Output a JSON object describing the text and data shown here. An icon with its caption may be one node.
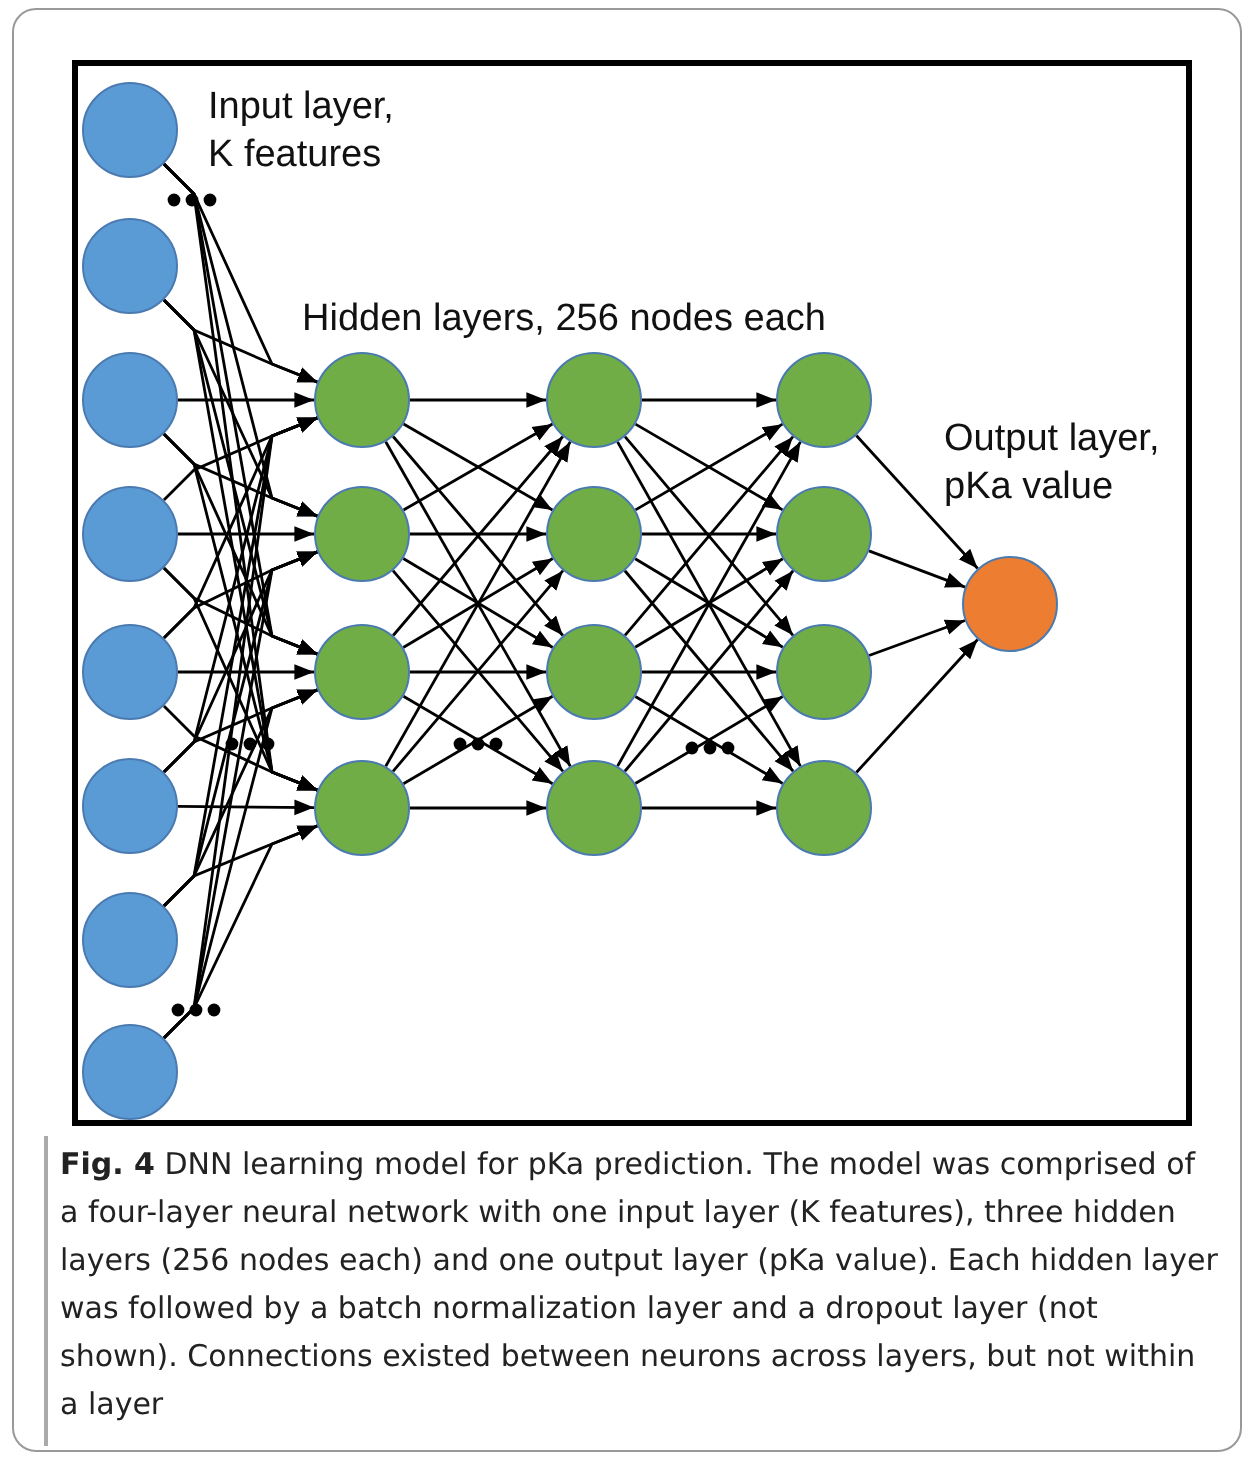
{
  "diagram": {
    "caption": "**Fig. 4** DNN learning model for pKa prediction. The model was comprised of a four-layer neural network with one input layer (K features), three hidden layers (256 nodes each) and one output layer (pKa value). Each hidden layer was followed by a batch normalization layer and a dropout layer (not shown). Connections existed between neurons across layers, but not within a layer",
    "nodes": [
      {
        "text": [],
        "shape": "circle"
      },
      {
        "text": [],
        "shape": "circle"
      },
      {
        "text": [],
        "shape": "circle"
      },
      {
        "text": [],
        "shape": "circle"
      },
      {
        "text": [],
        "shape": "circle"
      },
      {
        "text": [],
        "shape": "circle"
      },
      {
        "text": [],
        "shape": "circle"
      },
      {
        "text": [],
        "shape": "circle"
      },
      {
        "text": [],
        "shape": "circle"
      },
      {
        "text": [],
        "shape": "circle"
      },
      {
        "text": [],
        "shape": "circle"
      },
      {
        "text": [],
        "shape": "circle"
      },
      {
        "text": [],
        "shape": "circle"
      },
      {
        "text": [],
        "shape": "circle"
      },
      {
        "text": [],
        "shape": "circle"
      },
      {
        "text": [],
        "shape": "circle"
      },
      {
        "text": [],
        "shape": "circle"
      },
      {
        "text": [],
        "shape": "circle"
      },
      {
        "text": [],
        "shape": "circle"
      },
      {
        "text": [],
        "shape": "circle"
      },
      {
        "text": [],
        "shape": "circle"
      }
    ],
    "edges": [
      {
        "from": 0,
        "to": 8,
        "arrow": "to"
      },
      {
        "from": 0,
        "to": 9,
        "arrow": "to"
      },
      {
        "from": 0,
        "to": 10,
        "arrow": "to"
      },
      {
        "from": 0,
        "to": 11,
        "arrow": "to"
      },
      {
        "from": 1,
        "to": 8,
        "arrow": "to"
      },
      {
        "from": 1,
        "to": 9,
        "arrow": "to"
      },
      {
        "from": 1,
        "to": 10,
        "arrow": "to"
      },
      {
        "from": 1,
        "to": 11,
        "arrow": "to"
      },
      {
        "from": 2,
        "to": 8,
        "arrow": "to"
      },
      {
        "from": 2,
        "to": 9,
        "arrow": "to"
      },
      {
        "from": 2,
        "to": 10,
        "arrow": "to"
      },
      {
        "from": 2,
        "to": 11,
        "arrow": "to"
      },
      {
        "from": 3,
        "to": 8,
        "arrow": "to"
      },
      {
        "from": 3,
        "to": 9,
        "arrow": "to"
      },
      {
        "from": 3,
        "to": 10,
        "arrow": "to"
      },
      {
        "from": 3,
        "to": 11,
        "arrow": "to"
      },
      {
        "from": 4,
        "to": 8,
        "arrow": "to"
      },
      {
        "from": 4,
        "to": 9,
        "arrow": "to"
      },
      {
        "from": 4,
        "to": 10,
        "arrow": "to"
      },
      {
        "from": 4,
        "to": 11,
        "arrow": "to"
      },
      {
        "from": 5,
        "to": 8,
        "arrow": "to"
      },
      {
        "from": 5,
        "to": 9,
        "arrow": "to"
      },
      {
        "from": 5,
        "to": 10,
        "arrow": "to"
      },
      {
        "from": 5,
        "to": 11,
        "arrow": "to"
      },
      {
        "from": 6,
        "to": 8,
        "arrow": "to"
      },
      {
        "from": 6,
        "to": 9,
        "arrow": "to"
      },
      {
        "from": 6,
        "to": 10,
        "arrow": "to"
      },
      {
        "from": 6,
        "to": 11,
        "arrow": "to"
      },
      {
        "from": 7,
        "to": 8,
        "arrow": "to"
      },
      {
        "from": 7,
        "to": 9,
        "arrow": "to"
      },
      {
        "from": 7,
        "to": 10,
        "arrow": "to"
      },
      {
        "from": 7,
        "to": 11,
        "arrow": "to"
      },
      {
        "from": 8,
        "to": 12,
        "arrow": "to"
      },
      {
        "from": 8,
        "to": 13,
        "arrow": "to"
      },
      {
        "from": 8,
        "to": 14,
        "arrow": "to"
      },
      {
        "from": 8,
        "to": 15,
        "arrow": "to"
      },
      {
        "from": 9,
        "to": 12,
        "arrow": "to"
      },
      {
        "from": 9,
        "to": 13,
        "arrow": "to"
      },
      {
        "from": 9,
        "to": 14,
        "arrow": "to"
      },
      {
        "from": 9,
        "to": 15,
        "arrow": "to"
      },
      {
        "from": 10,
        "to": 12,
        "arrow": "to"
      },
      {
        "from": 10,
        "to": 13,
        "arrow": "to"
      },
      {
        "from": 10,
        "to": 14,
        "arrow": "to"
      },
      {
        "from": 10,
        "to": 15,
        "arrow": "to"
      },
      {
        "from": 11,
        "to": 12,
        "arrow": "to"
      },
      {
        "from": 11,
        "to": 13,
        "arrow": "to"
      },
      {
        "from": 11,
        "to": 14,
        "arrow": "to"
      },
      {
        "from": 11,
        "to": 15,
        "arrow": "to"
      },
      {
        "from": 12,
        "to": 16,
        "arrow": "to"
      },
      {
        "from": 12,
        "to": 17,
        "arrow": "to"
      },
      {
        "from": 12,
        "to": 18,
        "arrow": "to"
      },
      {
        "from": 12,
        "to": 19,
        "arrow": "to"
      },
      {
        "from": 13,
        "to": 16,
        "arrow": "to"
      },
      {
        "from": 13,
        "to": 17,
        "arrow": "to"
      },
      {
        "from": 13,
        "to": 18,
        "arrow": "to"
      },
      {
        "from": 13,
        "to": 19,
        "arrow": "to"
      },
      {
        "from": 14,
        "to": 16,
        "arrow": "to"
      },
      {
        "from": 14,
        "to": 17,
        "arrow": "to"
      },
      {
        "from": 14,
        "to": 18,
        "arrow": "to"
      },
      {
        "from": 14,
        "to": 19,
        "arrow": "to"
      },
      {
        "from": 15,
        "to": 16,
        "arrow": "to"
      },
      {
        "from": 15,
        "to": 17,
        "arrow": "to"
      },
      {
        "from": 15,
        "to": 18,
        "arrow": "to"
      },
      {
        "from": 15,
        "to": 19,
        "arrow": "to"
      },
      {
        "from": 16,
        "to": 20,
        "arrow": "to"
      },
      {
        "from": 17,
        "to": 20,
        "arrow": "to"
      },
      {
        "from": 18,
        "to": 20,
        "arrow": "to"
      },
      {
        "from": 19,
        "to": 20,
        "arrow": "to"
      }
    ],
    "labels": [
      "Input layer, K features",
      "Hidden layers, 256 nodes each",
      "Output layer, pKa value"
    ]
  }
}
